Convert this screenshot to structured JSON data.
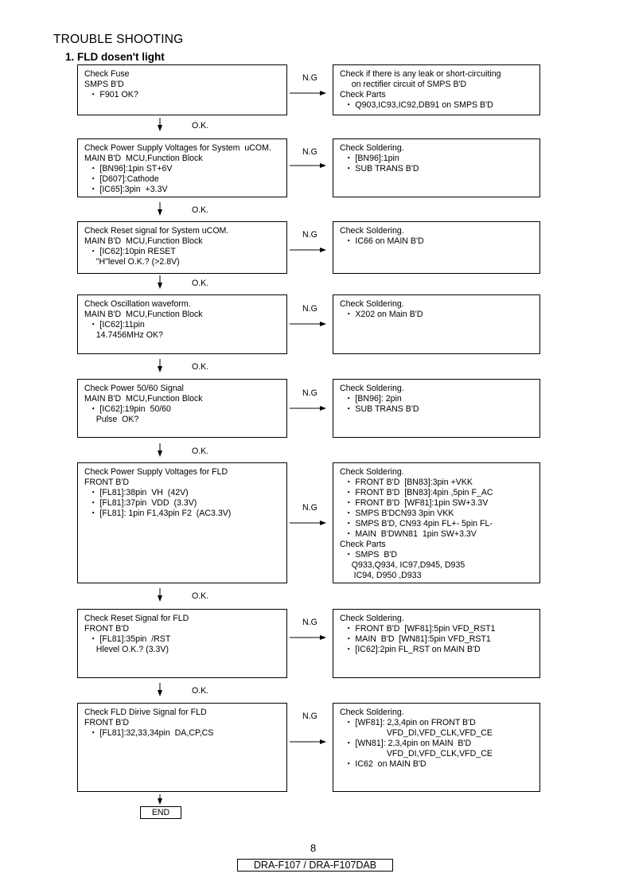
{
  "page": {
    "title": "TROUBLE SHOOTING",
    "subtitle": "1. FLD dosen't light",
    "ng_label": "N.G",
    "ok_label": "O.K.",
    "end_label": "END",
    "page_number": "8",
    "model": "DRA-F107 / DRA-F107DAB"
  },
  "steps": [
    {
      "check": [
        "Check Fuse",
        "SMPS B'D",
        "  ・ F901 OK?"
      ],
      "action": [
        "Check if there is any leak or short-circuiting",
        "     on rectifier circuit of SMPS B'D",
        "Check Parts",
        "  ・ Q903,IC93,IC92,DB91 on SMPS B'D"
      ]
    },
    {
      "check": [
        "Check Power Supply Voltages for System  uCOM.",
        "MAIN B'D  MCU,Function Block",
        "  ・ [BN96]:1pin ST+6V",
        "  ・ [D607]:Cathode",
        "  ・ [IC65]:3pin  +3.3V"
      ],
      "action": [
        "Check Soldering.",
        "  ・ [BN96]:1pin",
        "  ・ SUB TRANS B'D"
      ]
    },
    {
      "check": [
        "Check Reset signal for System uCOM.",
        "MAIN B'D  MCU,Function Block",
        "  ・ [IC62]:10pin RESET",
        "     \"H\"level O.K.? (>2.8V)"
      ],
      "action": [
        "Check Soldering.",
        "  ・ IC66 on MAIN B'D"
      ]
    },
    {
      "check": [
        "Check Oscillation waveform.",
        "MAIN B'D  MCU,Function Block",
        "  ・ [IC62]:11pin",
        "     14.7456MHz OK?"
      ],
      "action": [
        "Check Soldering.",
        "  ・ X202 on Main B'D"
      ]
    },
    {
      "check": [
        "Check Power 50/60 Signal",
        "MAIN B'D  MCU,Function Block",
        "  ・ [IC62]:19pin  50/60",
        "     Pulse  OK?"
      ],
      "action": [
        "Check Soldering.",
        "  ・ [BN96]: 2pin",
        "  ・ SUB TRANS B'D"
      ]
    },
    {
      "check": [
        "Check Power Supply Voltages for FLD",
        "FRONT B'D",
        "  ・ [FL81]:38pin  VH  (42V)",
        "  ・ [FL81]:37pin  VDD  (3.3V)",
        "  ・ [FL81]: 1pin F1,43pin F2  (AC3.3V)"
      ],
      "action": [
        "Check Soldering.",
        "  ・ FRONT B'D  [BN83]:3pin +VKK",
        "  ・ FRONT B'D  [BN83]:4pin ,5pin F_AC",
        "  ・ FRONT B'D  [WF81]:1pin SW+3.3V",
        "  ・ SMPS B'DCN93 3pin VKK",
        "  ・ SMPS B'D, CN93 4pin FL+- 5pin FL-",
        "  ・ MAIN  B'DWN81  1pin SW+3.3V",
        "Check Parts",
        "  ・ SMPS  B'D",
        "     Q933,Q934, IC97,D945, D935",
        "      IC94, D950 ,D933"
      ]
    },
    {
      "check": [
        "Check Reset Signal for FLD",
        "FRONT B'D",
        "  ・ [FL81]:35pin  /RST",
        "     Hlevel O.K.? (3.3V)"
      ],
      "action": [
        "Check Soldering.",
        "  ・ FRONT B'D  [WF81]:5pin VFD_RST1",
        "  ・ MAIN  B'D  [WN81]:5pin VFD_RST1",
        "  ・ [IC62]:2pin FL_RST on MAIN B'D"
      ]
    },
    {
      "check": [
        "Check FLD Dirive Signal for FLD",
        "FRONT B'D",
        "  ・ [FL81]:32,33,34pin  DA,CP,CS"
      ],
      "action": [
        "Check Soldering.",
        "  ・ [WF81]: 2,3,4pin on FRONT B'D",
        "                    VFD_DI,VFD_CLK,VFD_CE",
        "  ・ [WN81]: 2,3,4pin on MAIN  B'D",
        "                    VFD_DI,VFD_CLK,VFD_CE",
        "  ・ IC62  on MAIN B'D"
      ]
    }
  ]
}
